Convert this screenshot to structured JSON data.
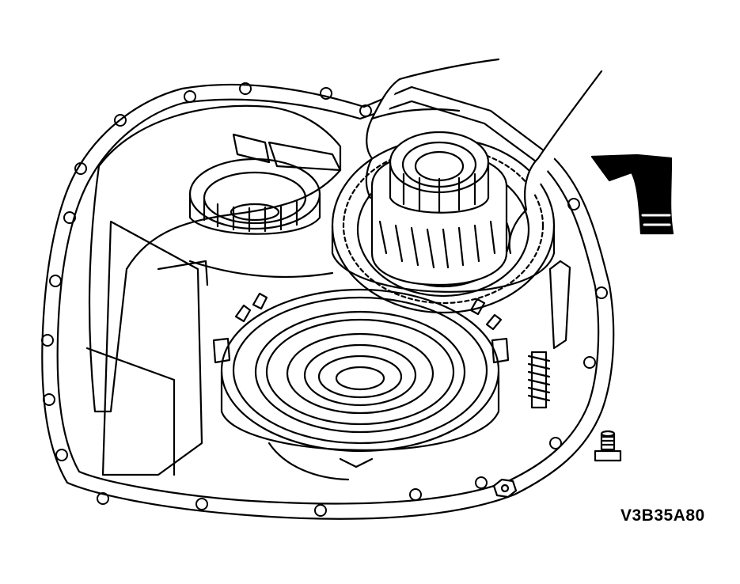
{
  "figure": {
    "code": "V3B35A80",
    "line_color": "#000000",
    "background_color": "#ffffff",
    "components": [
      "transaxle-case",
      "case-bolt-holes",
      "differential-bearing-bore",
      "clutch-drum",
      "ring-gear",
      "drive-gear-bearing",
      "hand",
      "direction-arrow",
      "bolt",
      "nut",
      "spring-pin"
    ]
  }
}
